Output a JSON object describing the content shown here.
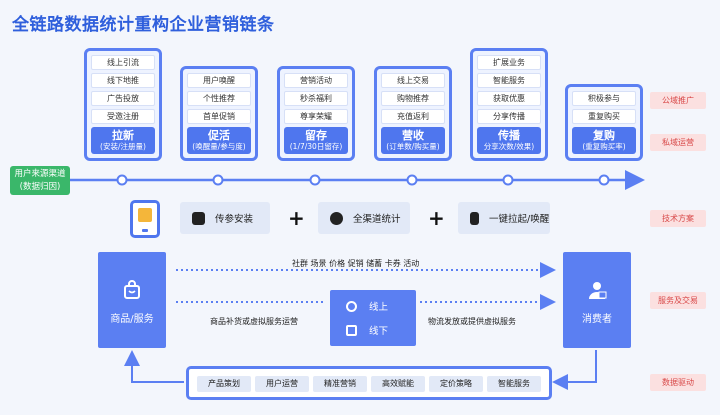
{
  "title": "全链路数据统计重构企业营销链条",
  "stages": [
    {
      "items": [
        "线上引流",
        "线下地推",
        "广告投放",
        "受邀注册"
      ],
      "name": "拉新",
      "sub": "(安装/注册量)"
    },
    {
      "items": [
        "用户唤醒",
        "个性推荐",
        "首单促销"
      ],
      "name": "促活",
      "sub": "(唤醒量/参与度)"
    },
    {
      "items": [
        "营销活动",
        "秒杀福利",
        "尊享荣耀"
      ],
      "name": "留存",
      "sub": "(1/7/30日留存)"
    },
    {
      "items": [
        "线上交易",
        "购物推荐",
        "充值返利"
      ],
      "name": "营收",
      "sub": "(订单数/购买量)"
    },
    {
      "items": [
        "扩展业务",
        "智能服务",
        "获取优惠",
        "分享传播"
      ],
      "name": "传播",
      "sub": "分享次数/效果)"
    },
    {
      "items": [
        "积极参与",
        "重复购买"
      ],
      "name": "复购",
      "sub": "(重复购买率)"
    }
  ],
  "source": {
    "line1": "用户来源渠道",
    "line2": "(数据归因)"
  },
  "tags": [
    "公域推广",
    "私域运营",
    "技术方案",
    "服务及交易",
    "数据驱动"
  ],
  "tech": {
    "item1": "传参安装",
    "item2": "全渠道统计",
    "item3": "一键拉起/唤醒",
    "plus": "+"
  },
  "merchant": {
    "label": "商品/服务"
  },
  "consumer": {
    "label": "消费者"
  },
  "flow": {
    "top": "社群  场景  价格  促销  储蓄  卡券  活动",
    "left": "商品补货或虚拟服务运营",
    "right": "物流发放或提供虚拟服务",
    "online": "线上",
    "offline": "线下"
  },
  "bottom_tabs": [
    "产品策划",
    "用户运营",
    "精准营销",
    "高效赋能",
    "定价策略",
    "智能服务"
  ],
  "colors": {
    "primary": "#4f76ee",
    "title": "#2f5fdc",
    "tag_bg": "#fbe0e0",
    "tag_text": "#d84848",
    "source": "#3ab76a"
  }
}
